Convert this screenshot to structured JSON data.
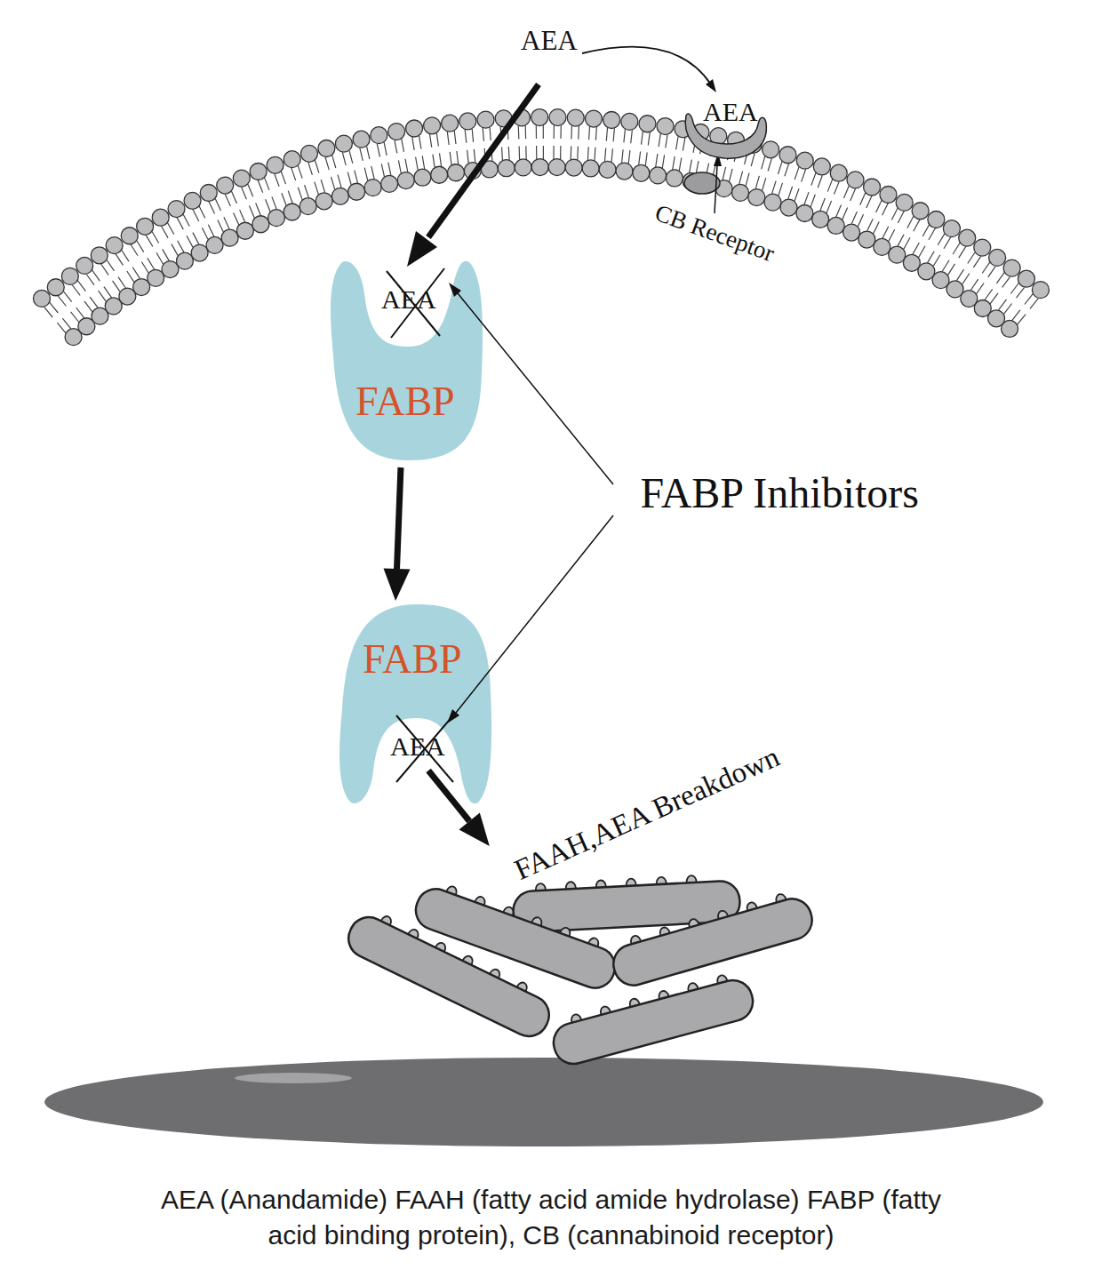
{
  "diagram": {
    "caption": "AEA (Anandamide) FAAH (fatty acid amide hydrolase) FABP (fatty acid binding protein), CB (cannabinoid receptor)",
    "nodes": [
      {
        "text": [
          "AEA",
          "CB Receptor"
        ]
      },
      {
        "text": [
          "AEA",
          "FABP"
        ]
      },
      {
        "text": [
          "FABP",
          "AEA"
        ]
      },
      {
        "text": [
          "FAAH,AEA Breakdown"
        ]
      }
    ],
    "edges": [
      {
        "from": 1,
        "to": 2,
        "arrow": "to"
      },
      {
        "from": 2,
        "to": 3,
        "arrow": "to"
      }
    ],
    "labels": [
      "AEA",
      "FABP Inhibitors"
    ]
  }
}
